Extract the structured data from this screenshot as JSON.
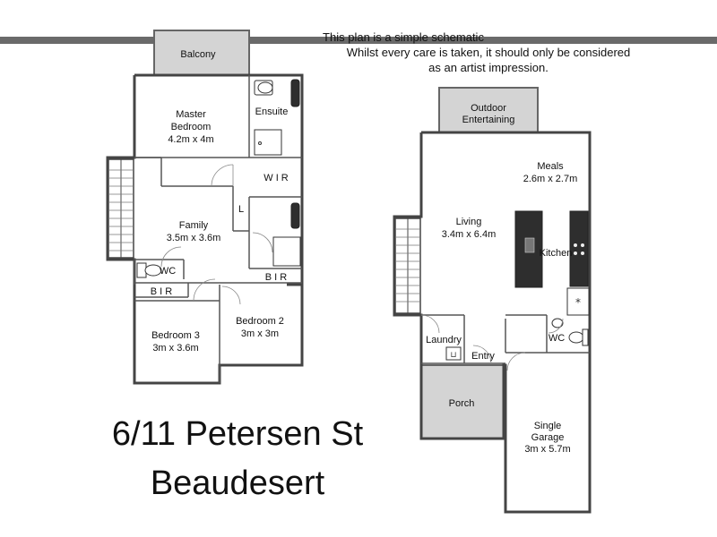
{
  "disclaimer": {
    "line1": "This plan is a simple schematic",
    "line2": "Whilst every care is taken, it should only be considered",
    "line3": "as an artist impression."
  },
  "address": {
    "line1": "6/11 Petersen St",
    "line2": "Beaudesert"
  },
  "upper_floor": {
    "balcony": "Balcony",
    "master_name": "Master",
    "master_name2": "Bedroom",
    "master_size": "4.2m x 4m",
    "ensuite": "Ensuite",
    "wir": "W I R",
    "linen": "L",
    "family_name": "Family",
    "family_size": "3.5m x 3.6m",
    "wc": "WC",
    "bir_left": "B I R",
    "bir_right": "B I R",
    "bed3_name": "Bedroom 3",
    "bed3_size": "3m x 3.6m",
    "bed2_name": "Bedroom 2",
    "bed2_size": "3m x 3m"
  },
  "ground_floor": {
    "outdoor1": "Outdoor",
    "outdoor2": "Entertaining",
    "meals_name": "Meals",
    "meals_size": "2.6m x 2.7m",
    "living_name": "Living",
    "living_size": "3.4m x 6.4m",
    "kitchen": "Kitchen",
    "laundry": "Laundry",
    "entry": "Entry",
    "wc": "WC",
    "porch": "Porch",
    "garage_name": "Single",
    "garage_name2": "Garage",
    "garage_size": "3m x 5.7m"
  }
}
